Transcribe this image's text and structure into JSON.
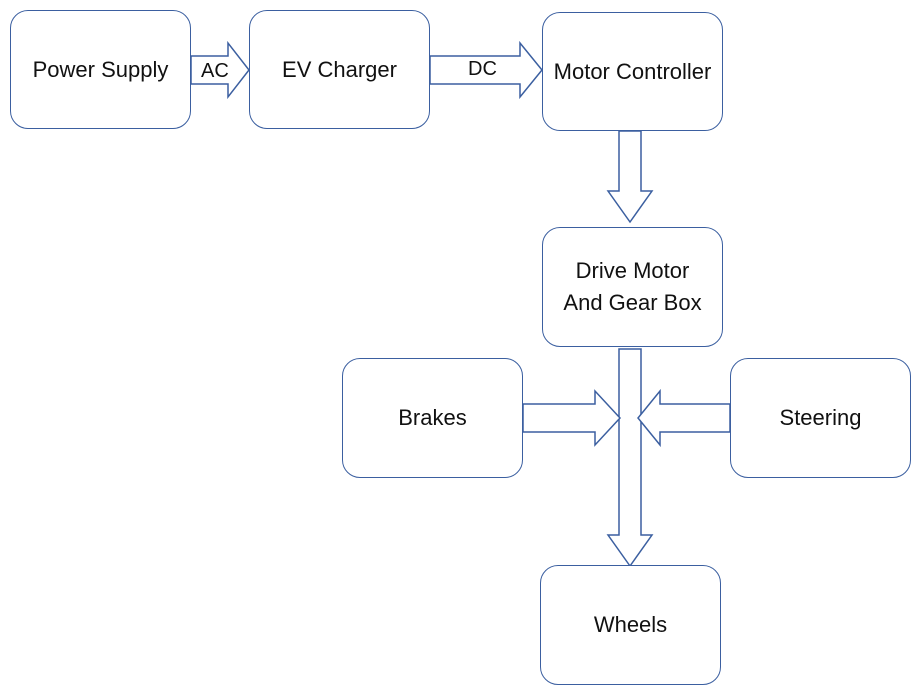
{
  "nodes": {
    "power_supply": "Power Supply",
    "ev_charger": "EV Charger",
    "motor_controller": "Motor Controller",
    "drive_motor_line1": "Drive Motor",
    "drive_motor_line2": "And Gear Box",
    "brakes": "Brakes",
    "steering": "Steering",
    "wheels": "Wheels"
  },
  "edges": {
    "ac": "AC",
    "dc": "DC"
  },
  "colors": {
    "border": "#3b5fa0",
    "arrow": "#3b5fa0",
    "text": "#111111"
  }
}
